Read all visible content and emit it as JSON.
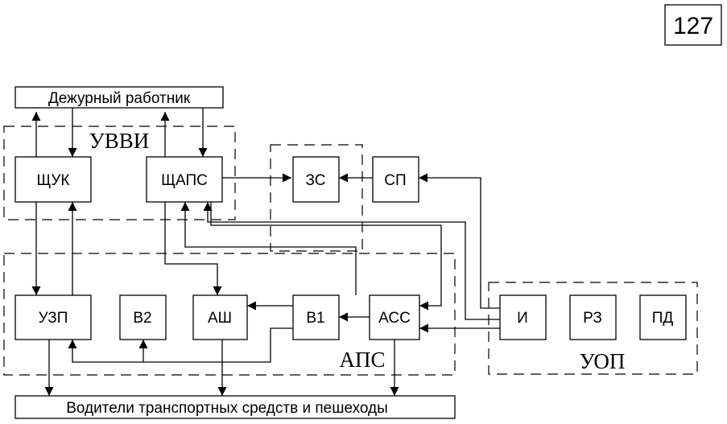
{
  "page_number": "127",
  "blocks": {
    "duty_worker": "Дежурный работник",
    "drivers": "Водители транспортных средств и пешеходы",
    "schuk": "ЩУК",
    "schaps": "ЩАПС",
    "zs": "ЗС",
    "sp": "СП",
    "uzp": "УЗП",
    "v2": "В2",
    "ash": "АШ",
    "v1": "В1",
    "ass": "АСС",
    "i": "И",
    "rz": "РЗ",
    "pd": "ПД"
  },
  "groups": {
    "uvvi": "УВВИ",
    "aps": "АПС",
    "uop": "УОП"
  }
}
